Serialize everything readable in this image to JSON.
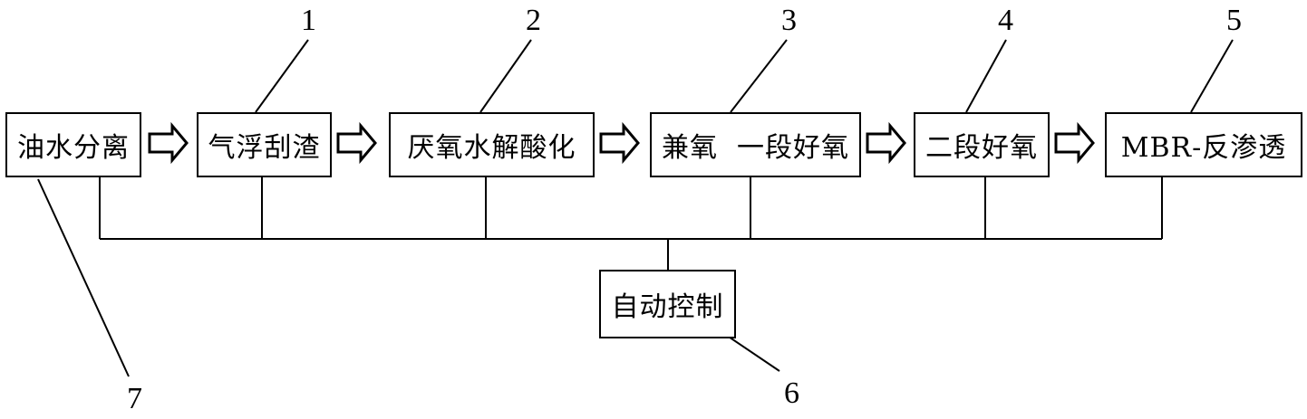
{
  "diagram": {
    "process_steps": [
      {
        "id": "oil_water_separation",
        "label": "油水分离"
      },
      {
        "id": "air_flotation",
        "label": "气浮刮渣"
      },
      {
        "id": "anaerobic_hydrolysis",
        "label": "厌氧水解酸化"
      },
      {
        "id": "anoxic_aerobic",
        "label": "兼氧  一段好氧"
      },
      {
        "id": "second_aerobic",
        "label": "二段好氧"
      },
      {
        "id": "mbr_ro",
        "label": "MBR-反渗透"
      }
    ],
    "controller": {
      "label": "自动控制"
    },
    "reference_numbers": {
      "air_flotation": "1",
      "anaerobic_hydrolysis": "2",
      "anoxic_aerobic": "3",
      "second_aerobic": "4",
      "mbr_ro": "5",
      "controller": "6",
      "oil_water_separation": "7"
    },
    "flow_arrow_icon": "hollow-right-arrow-icon",
    "colors": {
      "line": "#000000",
      "background": "#ffffff"
    }
  }
}
